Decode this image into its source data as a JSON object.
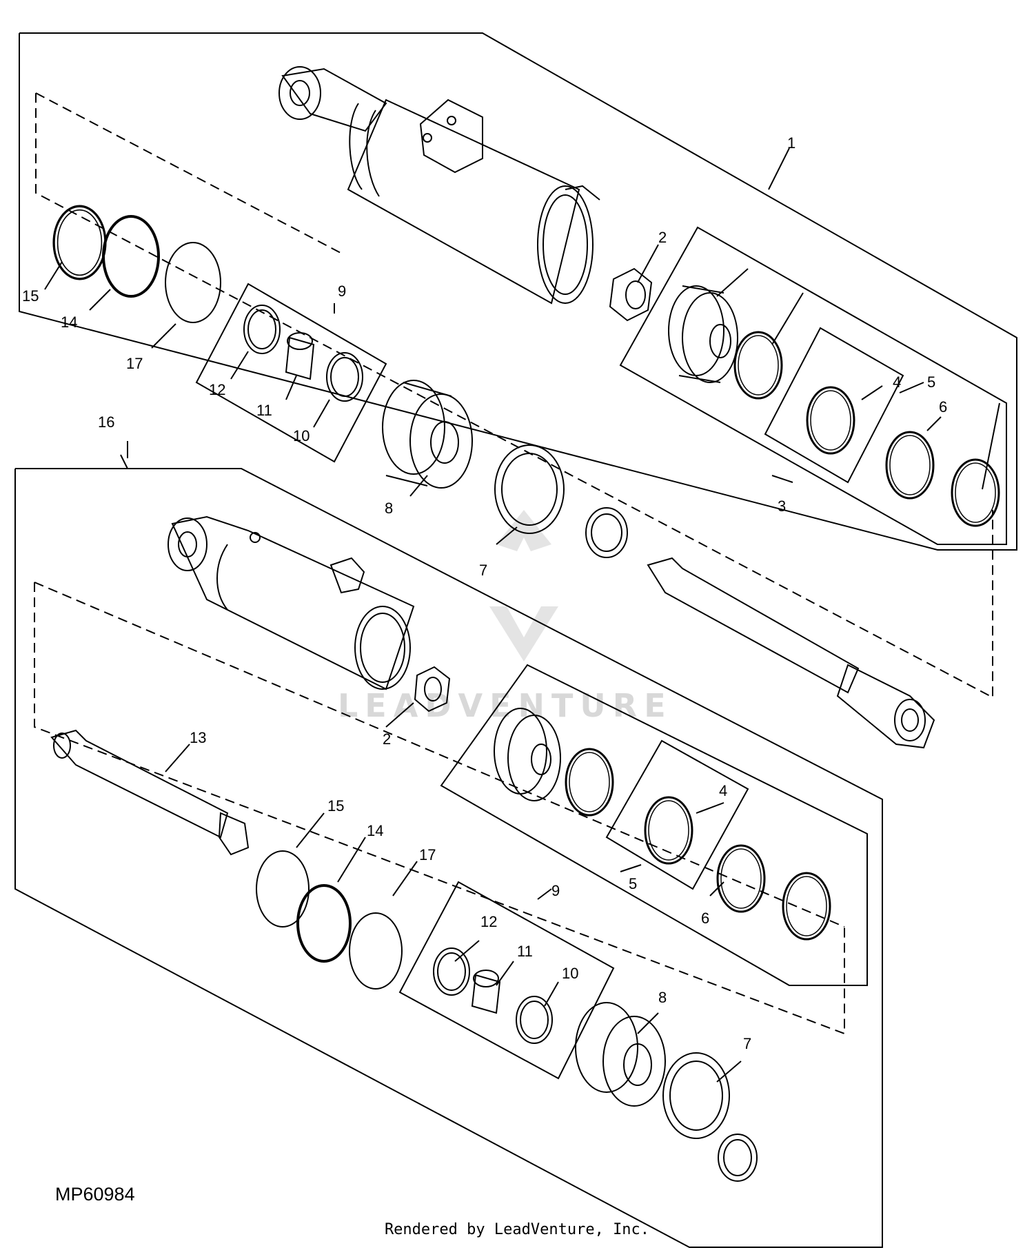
{
  "figure": {
    "id": "MP60984",
    "credit": "Rendered by LeadVenture, Inc.",
    "watermark": "LEADVENTURE"
  },
  "upper_assembly": {
    "callouts": {
      "c1": "1",
      "c2": "2",
      "c3": "3",
      "c4": "4",
      "c5": "5",
      "c6": "6",
      "c7": "7",
      "c8": "8",
      "c9": "9",
      "c10": "10",
      "c11": "11",
      "c12": "12",
      "c14": "14",
      "c15": "15",
      "c17": "17"
    }
  },
  "lower_assembly": {
    "callouts": {
      "c16": "16",
      "c2": "2",
      "c4": "4",
      "c5": "5",
      "c6": "6",
      "c7": "7",
      "c8": "8",
      "c9": "9",
      "c10": "10",
      "c11": "11",
      "c12": "12",
      "c13": "13",
      "c14": "14",
      "c15": "15",
      "c17": "17"
    }
  }
}
